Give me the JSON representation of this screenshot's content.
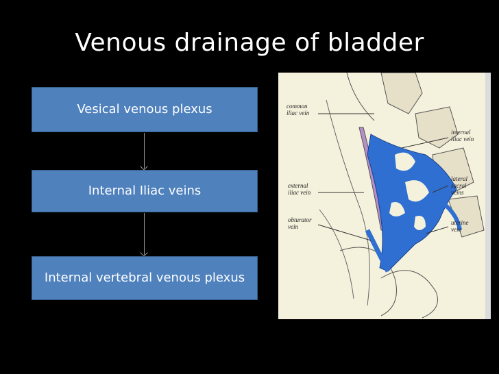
{
  "slide": {
    "title": "Venous drainage of bladder",
    "flow": [
      {
        "label": "Vesical venous plexus"
      },
      {
        "label": "Internal Iliac veins"
      },
      {
        "label": "Internal vertebral venous plexus"
      }
    ]
  },
  "illustration": {
    "labels": {
      "common_iliac": [
        "common",
        "iliac vein"
      ],
      "internal_iliac": [
        "internal",
        "iliac vein"
      ],
      "external_iliac": [
        "external",
        "iliac vein"
      ],
      "lateral_sacral": [
        "lateral",
        "sacral",
        "veins"
      ],
      "obturator": [
        "obturator",
        "vein"
      ],
      "uterine": [
        "uterine",
        "vein"
      ]
    }
  },
  "colors": {
    "background": "#000000",
    "box_fill": "#4f81bd",
    "vein_fill": "#2f6fd1",
    "artery_fill": "#b48fc8",
    "paper": "#f4f1dc"
  }
}
